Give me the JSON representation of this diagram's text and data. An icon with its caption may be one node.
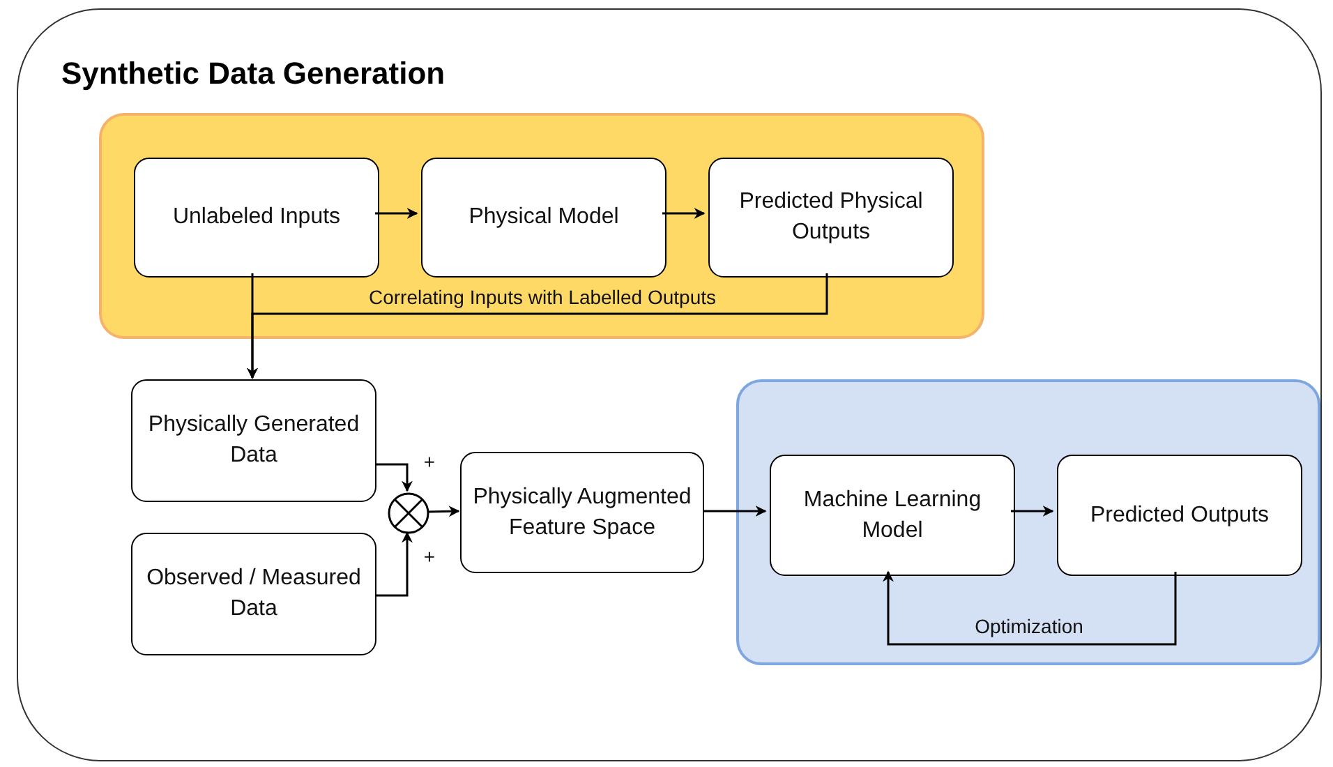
{
  "diagram": {
    "nodes": [
      {
        "text": [
          "Synthetic Data Generation"
        ]
      },
      {
        "text": [],
        "shape": "box",
        "in": 0
      },
      {
        "text": [
          "Unlabeled Inputs"
        ],
        "in": 1
      },
      {
        "text": [
          "Physical Model"
        ],
        "in": 1
      },
      {
        "text": [
          "Predicted Physical Outputs"
        ],
        "in": 1
      },
      {
        "text": [
          "Physically Generated Data"
        ],
        "in": 0
      },
      {
        "text": [
          "Observed / Measured Data"
        ],
        "in": 0
      },
      {
        "text": [],
        "shape": "circle",
        "in": 0
      },
      {
        "text": [
          "Physically Augmented Feature Space"
        ],
        "in": 0
      },
      {
        "text": [],
        "shape": "box",
        "in": 0
      },
      {
        "text": [
          "Machine Learning Model"
        ],
        "in": 9
      },
      {
        "text": [
          "Predicted Outputs"
        ],
        "in": 9
      }
    ],
    "edges": [
      {
        "from": 2,
        "to": 3,
        "arrow": "to"
      },
      {
        "from": 3,
        "to": 4,
        "arrow": "to"
      },
      {
        "from": 2,
        "to": 5,
        "arrow": "to"
      },
      {
        "from": 4,
        "to": 5,
        "arrow": "to",
        "label": "Correlating Inputs with Labelled Outputs"
      },
      {
        "from": 5,
        "to": 7,
        "arrow": "to",
        "label": "+"
      },
      {
        "from": 6,
        "to": 7,
        "arrow": "to",
        "label": "+"
      },
      {
        "from": 7,
        "to": 8,
        "arrow": "to"
      },
      {
        "from": 8,
        "to": 10,
        "arrow": "to"
      },
      {
        "from": 10,
        "to": 11,
        "arrow": "to"
      },
      {
        "from": 11,
        "to": 10,
        "arrow": "to",
        "label": "Optimization"
      }
    ]
  }
}
